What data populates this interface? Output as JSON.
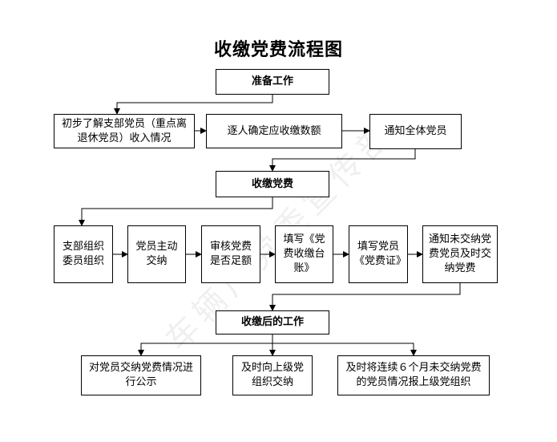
{
  "title": "收缴党费流程图",
  "watermark": "车辆厂党委宣传部",
  "stages": {
    "prepare": "准备工作",
    "collect": "收缴党费",
    "after": "收缴后的工作"
  },
  "prepare_steps": [
    "初步了解支部党员（重点离退休党员）收入情况",
    "逐人确定应收缴数额",
    "通知全体党员"
  ],
  "collect_steps": [
    "支部组织委员组织",
    "党员主动交纳",
    "审核党费是否足额",
    "填写《党费收缴台账》",
    "填写党员《党费证》",
    "通知未交纳党费党员及时交纳党费"
  ],
  "after_steps": [
    "对党员交纳党费情况进行公示",
    "及时向上级党组织交纳",
    "及时将连续６个月未交纳党费的党员情况报上级党组织"
  ]
}
